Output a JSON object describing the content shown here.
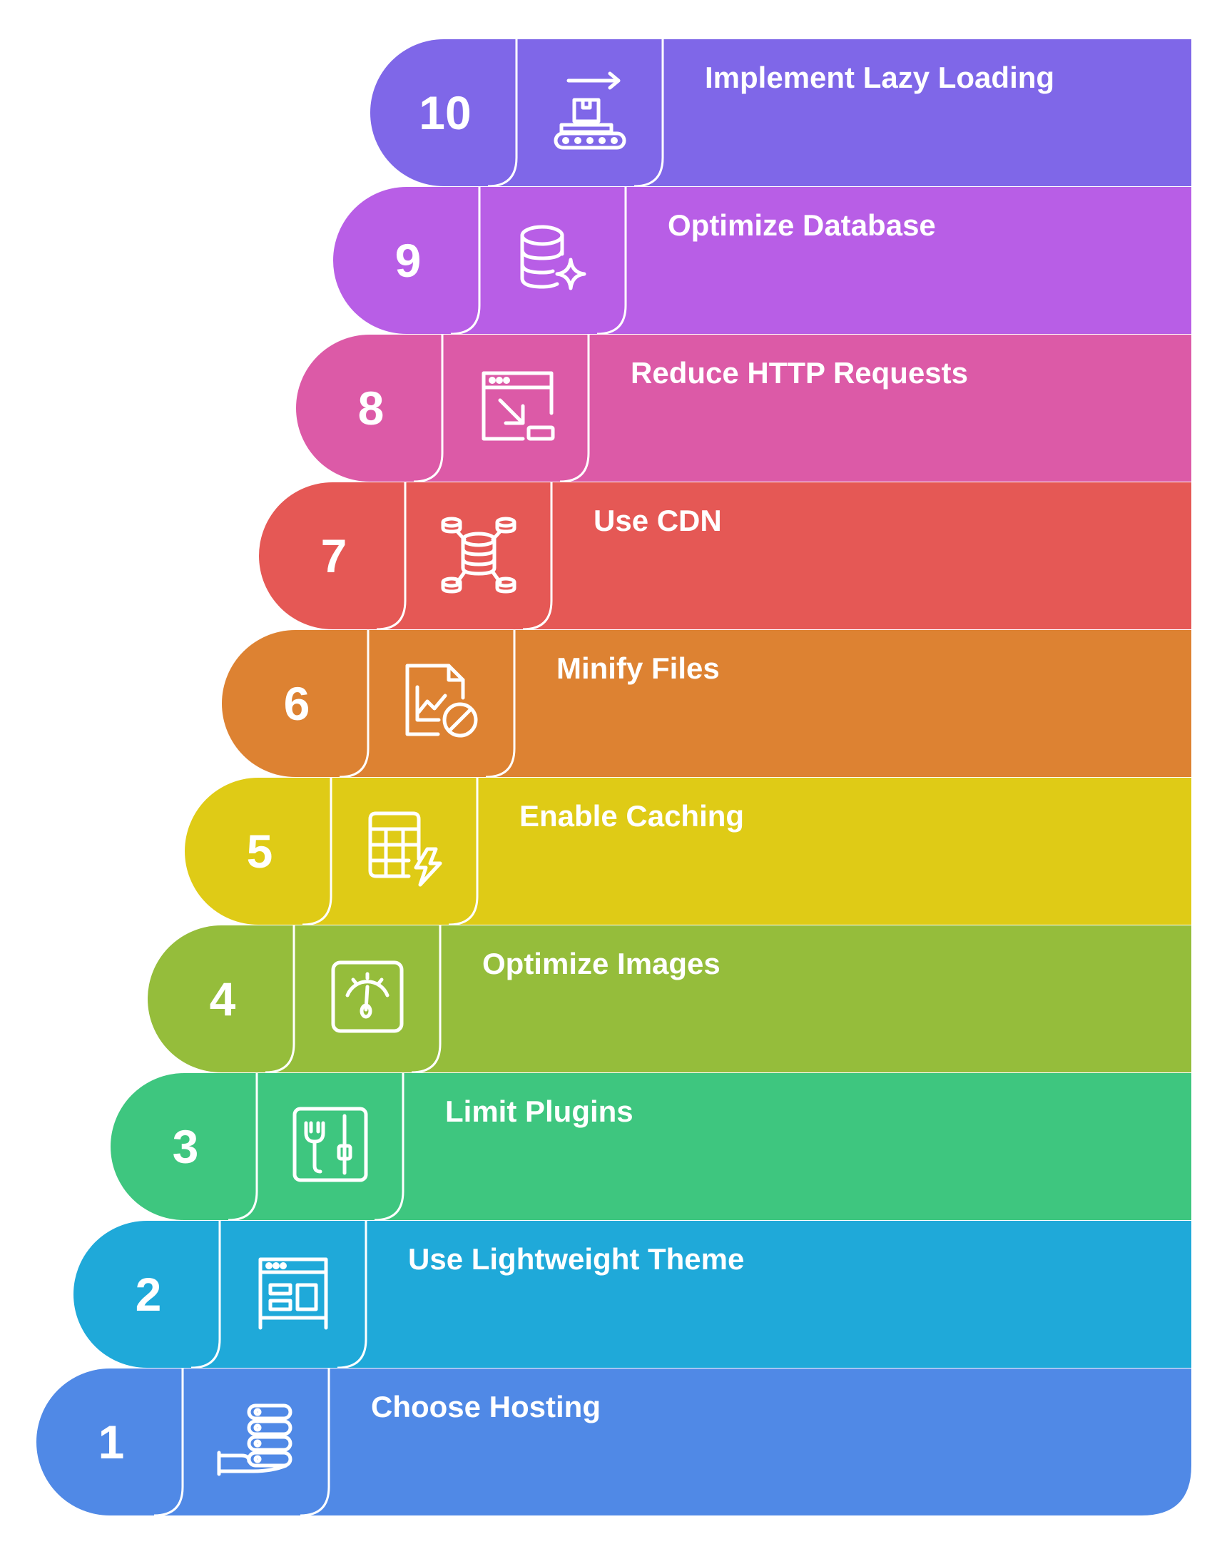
{
  "steps": [
    {
      "number": "10",
      "label": "Implement Lazy Loading",
      "color": "#7f67e8",
      "icon": "conveyor-box-icon"
    },
    {
      "number": "9",
      "label": "Optimize Database",
      "color": "#b85ee6",
      "icon": "database-sparkle-icon"
    },
    {
      "number": "8",
      "label": "Reduce HTTP Requests",
      "color": "#dc5aa7",
      "icon": "browser-arrow-icon"
    },
    {
      "number": "7",
      "label": "Use CDN",
      "color": "#e55855",
      "icon": "network-database-icon"
    },
    {
      "number": "6",
      "label": "Minify Files",
      "color": "#dd8232",
      "icon": "file-chart-blocked-icon"
    },
    {
      "number": "5",
      "label": "Enable Caching",
      "color": "#dfcb16",
      "icon": "table-lightning-icon"
    },
    {
      "number": "4",
      "label": "Optimize Images",
      "color": "#95bd3b",
      "icon": "gauge-icon"
    },
    {
      "number": "3",
      "label": "Limit Plugins",
      "color": "#3ec67f",
      "icon": "wrench-slider-icon"
    },
    {
      "number": "2",
      "label": "Use Lightweight Theme",
      "color": "#1fa9d9",
      "icon": "layout-window-icon"
    },
    {
      "number": "1",
      "label": "Choose Hosting",
      "color": "#5089e6",
      "icon": "hand-server-icon"
    }
  ]
}
